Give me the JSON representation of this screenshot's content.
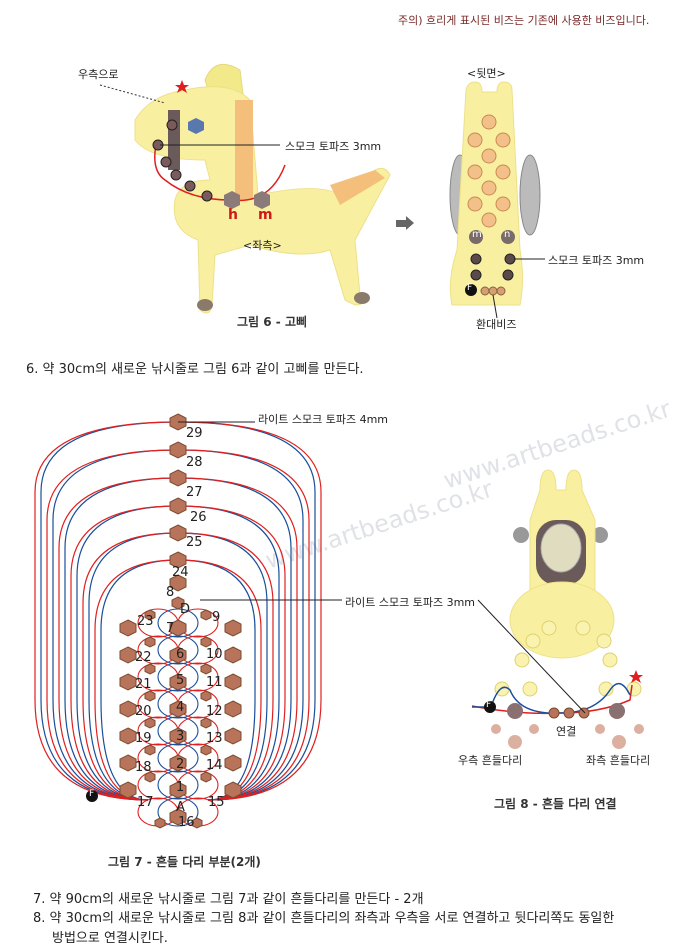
{
  "note": "주의) 흐리게 표시된 비즈는 기존에 사용한 비즈입니다.",
  "figure6": {
    "caption": "그림 6 - 고삐",
    "to_right_label": "우측으로",
    "bead_label": "스모크 토파즈 3mm",
    "marker_h": "h",
    "marker_m": "m",
    "left_side_label": "<좌측>",
    "back_label": "<뒷면>",
    "back_bead_label": "스모크 토파즈 3mm",
    "back_marker_m": "m",
    "back_marker_n": "n",
    "ring_bead_label": "환대비즈",
    "end_marker": "F"
  },
  "step6": "6. 약 30cm의 새로운 낚시줄로 그림 6과 같이 고삐를 만든다.",
  "watermark": "www.artbeads.co.kr",
  "figure7": {
    "caption": "그림 7 - 흔들 다리 부분(2개)",
    "label_4mm": "라이트 스모크 토파즈 4mm",
    "label_3mm": "라이트 스모크 토파즈 3mm",
    "numbers": [
      "29",
      "28",
      "27",
      "26",
      "25",
      "24",
      "8",
      "D",
      "9",
      "23",
      "7",
      "22",
      "6",
      "10",
      "21",
      "5",
      "11",
      "20",
      "4",
      "12",
      "19",
      "3",
      "13",
      "18",
      "2",
      "14",
      "17",
      "1",
      "A",
      "15",
      "16"
    ],
    "end_marker": "F"
  },
  "figure8": {
    "caption": "그림 8 - 흔들 다리 연결",
    "connect_label": "연결",
    "right_leg_label": "우측 흔들다리",
    "left_leg_label": "좌측 흔들다리",
    "end_marker": "F"
  },
  "steps": [
    "7. 약 90cm의 새로운 낚시줄로 그림 7과 같이 흔들다리를 만든다 - 2개",
    "8. 약 30cm의 새로운 낚시줄로 그림 8과 같이 흔들다리의 좌측과 우측을 서로 연결하고 뒷다리쪽도 동일한",
    "방법으로 연결시킨다."
  ],
  "colors": {
    "body": "#f6ef9a",
    "bead": "#b8745a",
    "red_line": "#e02020",
    "blue_line": "#1a4f9a",
    "smoke": "#6b5a5a"
  }
}
